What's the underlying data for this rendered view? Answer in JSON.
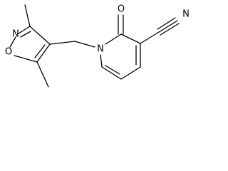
{
  "molecule": {
    "atoms": {
      "isoxazole_oxygen": "O",
      "isoxazole_nitrogen": "N",
      "pyridone_nitrogen": "N",
      "carbonyl_oxygen": "O",
      "nitrile_nitrogen": "N"
    }
  }
}
